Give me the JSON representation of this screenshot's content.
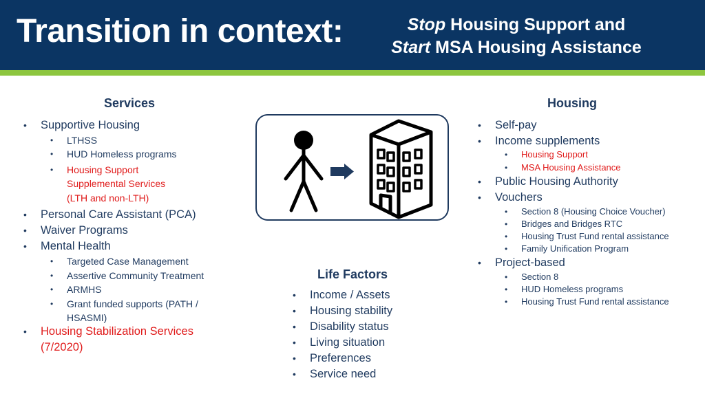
{
  "header": {
    "title": "Transition in context:",
    "subtitle_line1_emph": "Stop",
    "subtitle_line1_rest": " Housing Support and",
    "subtitle_line2_emph": "Start",
    "subtitle_line2_rest": " MSA Housing Assistance"
  },
  "services": {
    "heading": "Services",
    "supportive_housing": "Supportive Housing",
    "supportive_housing_items": [
      "LTHSS",
      "HUD Homeless programs"
    ],
    "housing_support_lines": [
      "Housing Support",
      "Supplemental Services",
      "(LTH and non-LTH)"
    ],
    "pca": "Personal Care Assistant (PCA)",
    "waiver": "Waiver Programs",
    "mental_health": "Mental Health",
    "mental_health_items": [
      "Targeted Case Management",
      "Assertive Community Treatment",
      "ARMHS"
    ],
    "grant_lines": [
      "Grant funded supports (PATH /",
      "HSASMI)"
    ],
    "stabilization_lines": [
      "Housing Stabilization Services",
      "(7/2020)"
    ]
  },
  "housing": {
    "heading": "Housing",
    "self_pay": "Self-pay",
    "income_supplements": "Income supplements",
    "income_supplement_items": [
      "Housing Support",
      "MSA Housing Assistance"
    ],
    "pha": "Public Housing Authority",
    "vouchers": "Vouchers",
    "voucher_items": [
      "Section 8 (Housing Choice Voucher)",
      "Bridges and Bridges RTC",
      "Housing Trust Fund rental assistance",
      "Family Unification Program"
    ],
    "project_based": "Project-based",
    "project_items": [
      "Section 8",
      "HUD Homeless programs",
      "Housing Trust Fund rental assistance"
    ]
  },
  "life_factors": {
    "heading": "Life Factors",
    "items": [
      "Income / Assets",
      "Housing stability",
      "Disability status",
      "Living situation",
      "Preferences",
      "Service need"
    ]
  },
  "diagram": {
    "icons": [
      "person-icon",
      "arrow-right-icon",
      "building-icon"
    ]
  },
  "colors": {
    "header_bg": "#0b3563",
    "accent_green": "#8dc63f",
    "text_navy": "#1f3a5f",
    "highlight_red": "#e01b1b"
  }
}
